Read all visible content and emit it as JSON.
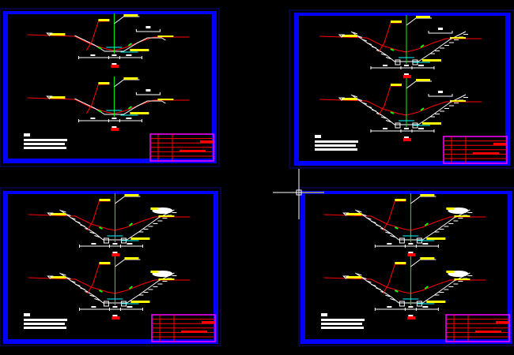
{
  "colors": {
    "background": "#000000",
    "frame": "#0000ff",
    "frame_outline": "#0a0a80",
    "ground_line": "#ff0000",
    "design_line": "#ffffff",
    "label_bar": "#ffff00",
    "axis": "#00ff00",
    "water": "#00ffff",
    "title_block": "#ff00ff"
  },
  "sheets": [
    {
      "variant": "shallow"
    },
    {
      "variant": "steep"
    },
    {
      "variant": "steep-berm"
    },
    {
      "variant": "steep-berm"
    }
  ]
}
